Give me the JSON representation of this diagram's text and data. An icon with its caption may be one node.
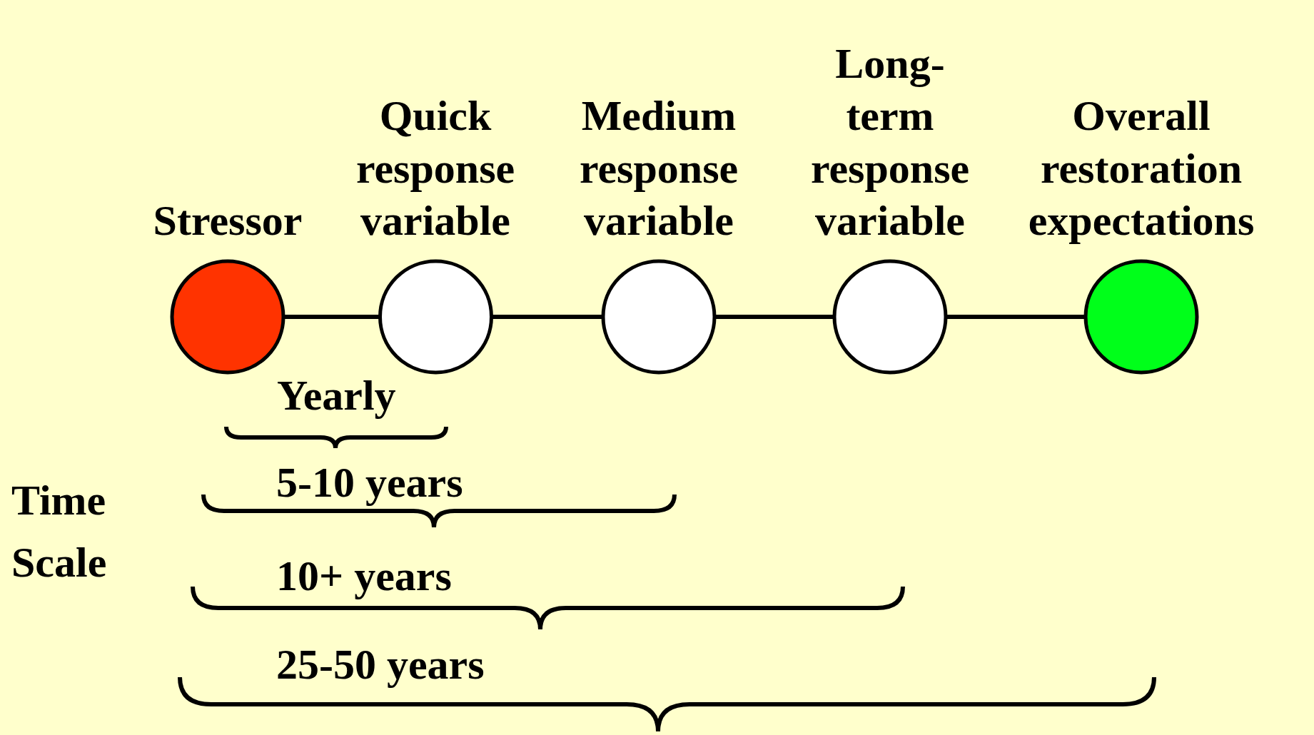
{
  "diagram": {
    "nodes": [
      {
        "text": [
          "Stressor"
        ]
      },
      {
        "text": [
          "Quick response variable"
        ]
      },
      {
        "text": [
          "Medium response variable"
        ]
      },
      {
        "text": [
          "Long-term response variable"
        ]
      },
      {
        "text": [
          "Overall restoration expectations"
        ]
      }
    ],
    "edges": [
      {
        "from": 0,
        "to": 1,
        "arrow": "none"
      },
      {
        "from": 1,
        "to": 2,
        "arrow": "none"
      },
      {
        "from": 2,
        "to": 3,
        "arrow": "none"
      },
      {
        "from": 3,
        "to": 4,
        "arrow": "none"
      }
    ],
    "labels": [
      "Yearly",
      "5-10 years",
      "Time Scale",
      "10+ years",
      "25-50 years"
    ]
  }
}
